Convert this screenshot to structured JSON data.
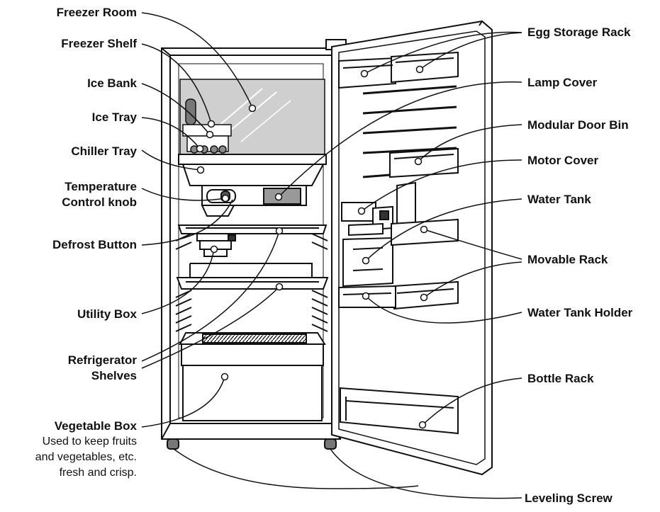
{
  "labels": {
    "freezer_room": "Freezer Room",
    "freezer_shelf": "Freezer Shelf",
    "ice_bank": "Ice Bank",
    "ice_tray": "Ice Tray",
    "chiller_tray": "Chiller Tray",
    "temperature_control_line1": "Temperature",
    "temperature_control_line2": "Control knob",
    "defrost_button": "Defrost Button",
    "utility_box": "Utility Box",
    "refrigerator_shelves_line1": "Refrigerator",
    "refrigerator_shelves_line2": "Shelves",
    "vegetable_box": "Vegetable Box",
    "vegetable_box_desc": [
      "Used to keep fruits",
      "and vegetables, etc.",
      "fresh and crisp."
    ],
    "egg_storage_rack": "Egg Storage Rack",
    "lamp_cover": "Lamp Cover",
    "modular_door_bin": "Modular Door Bin",
    "motor_cover": "Motor Cover",
    "water_tank": "Water Tank",
    "movable_rack": "Movable Rack",
    "water_tank_holder": "Water Tank Holder",
    "bottle_rack": "Bottle Rack",
    "leveling_screw": "Leveling Screw"
  }
}
